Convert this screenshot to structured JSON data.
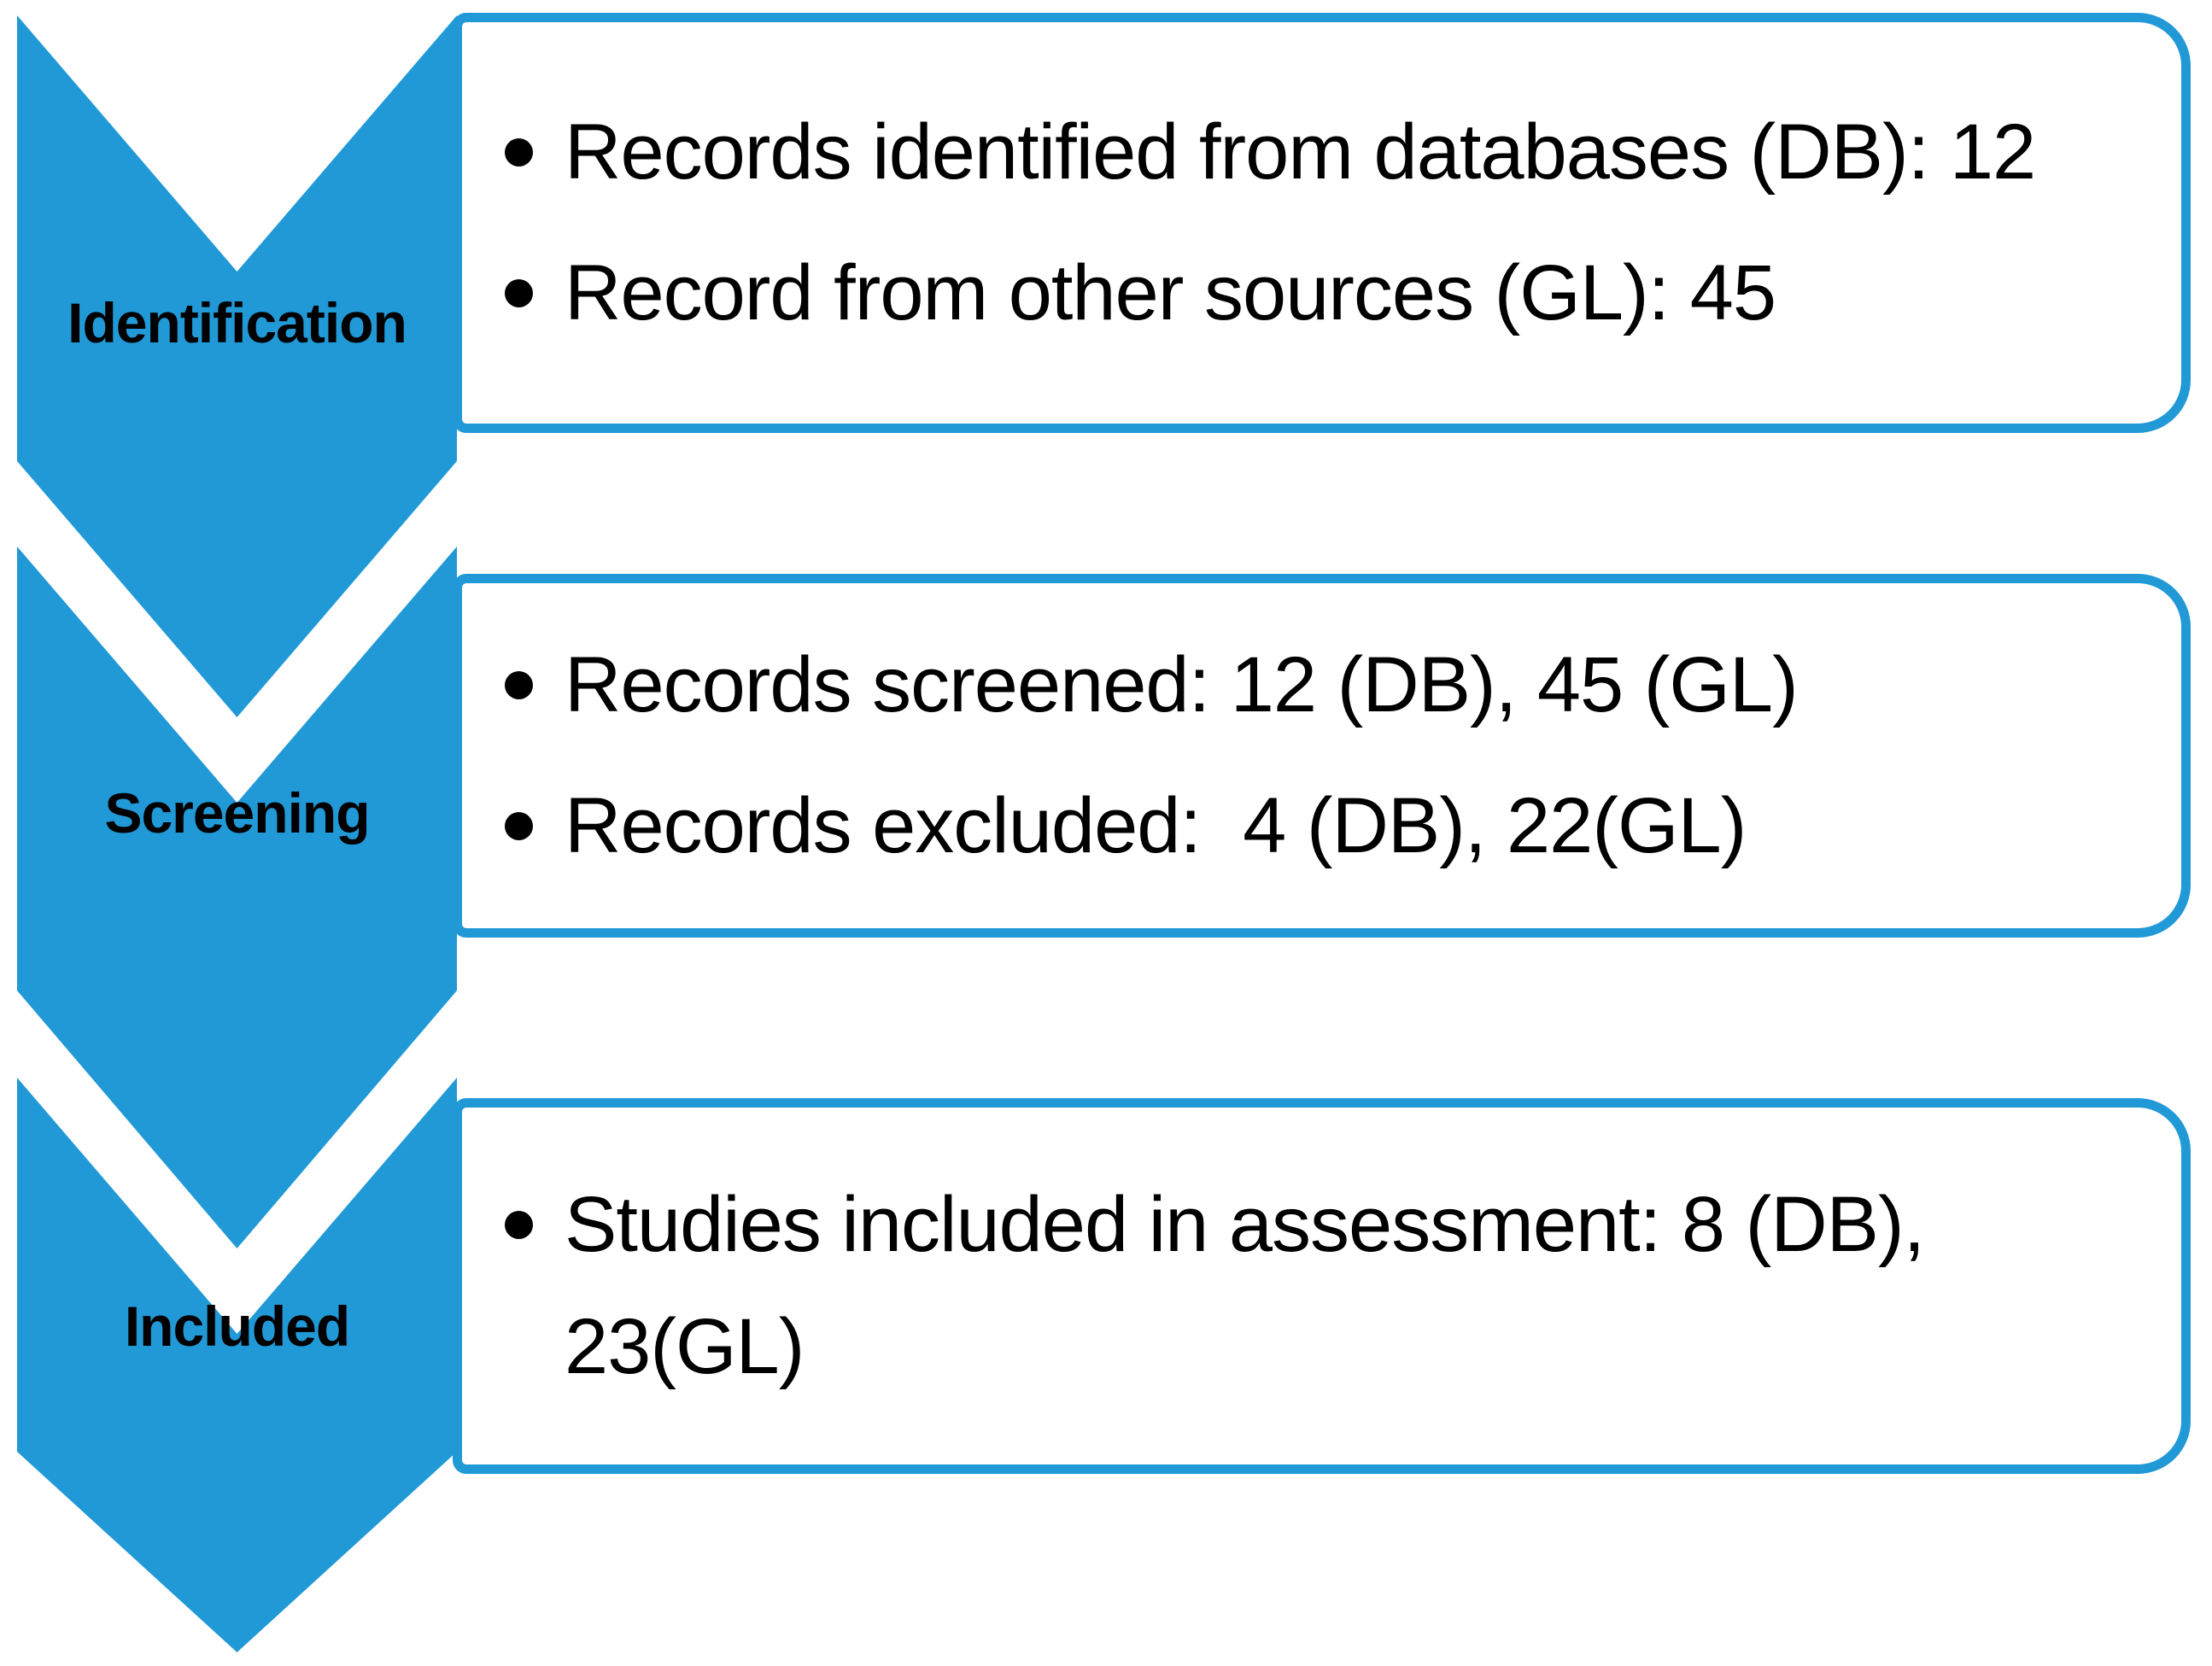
{
  "colors": {
    "accent_blue": "#2199D6",
    "text": "#000000",
    "background": "#FFFFFF"
  },
  "diagram": {
    "stages": [
      {
        "label": "Identification",
        "bullets": [
          "Records identified from databases (DB): 12",
          "Record from other sources (GL): 45"
        ]
      },
      {
        "label": "Screening",
        "bullets": [
          "Records screened: 12 (DB), 45 (GL)",
          "Records excluded:  4 (DB), 22(GL)"
        ]
      },
      {
        "label": "Included",
        "bullets": [
          "Studies included in assessment: 8 (DB), 23(GL)"
        ]
      }
    ]
  }
}
